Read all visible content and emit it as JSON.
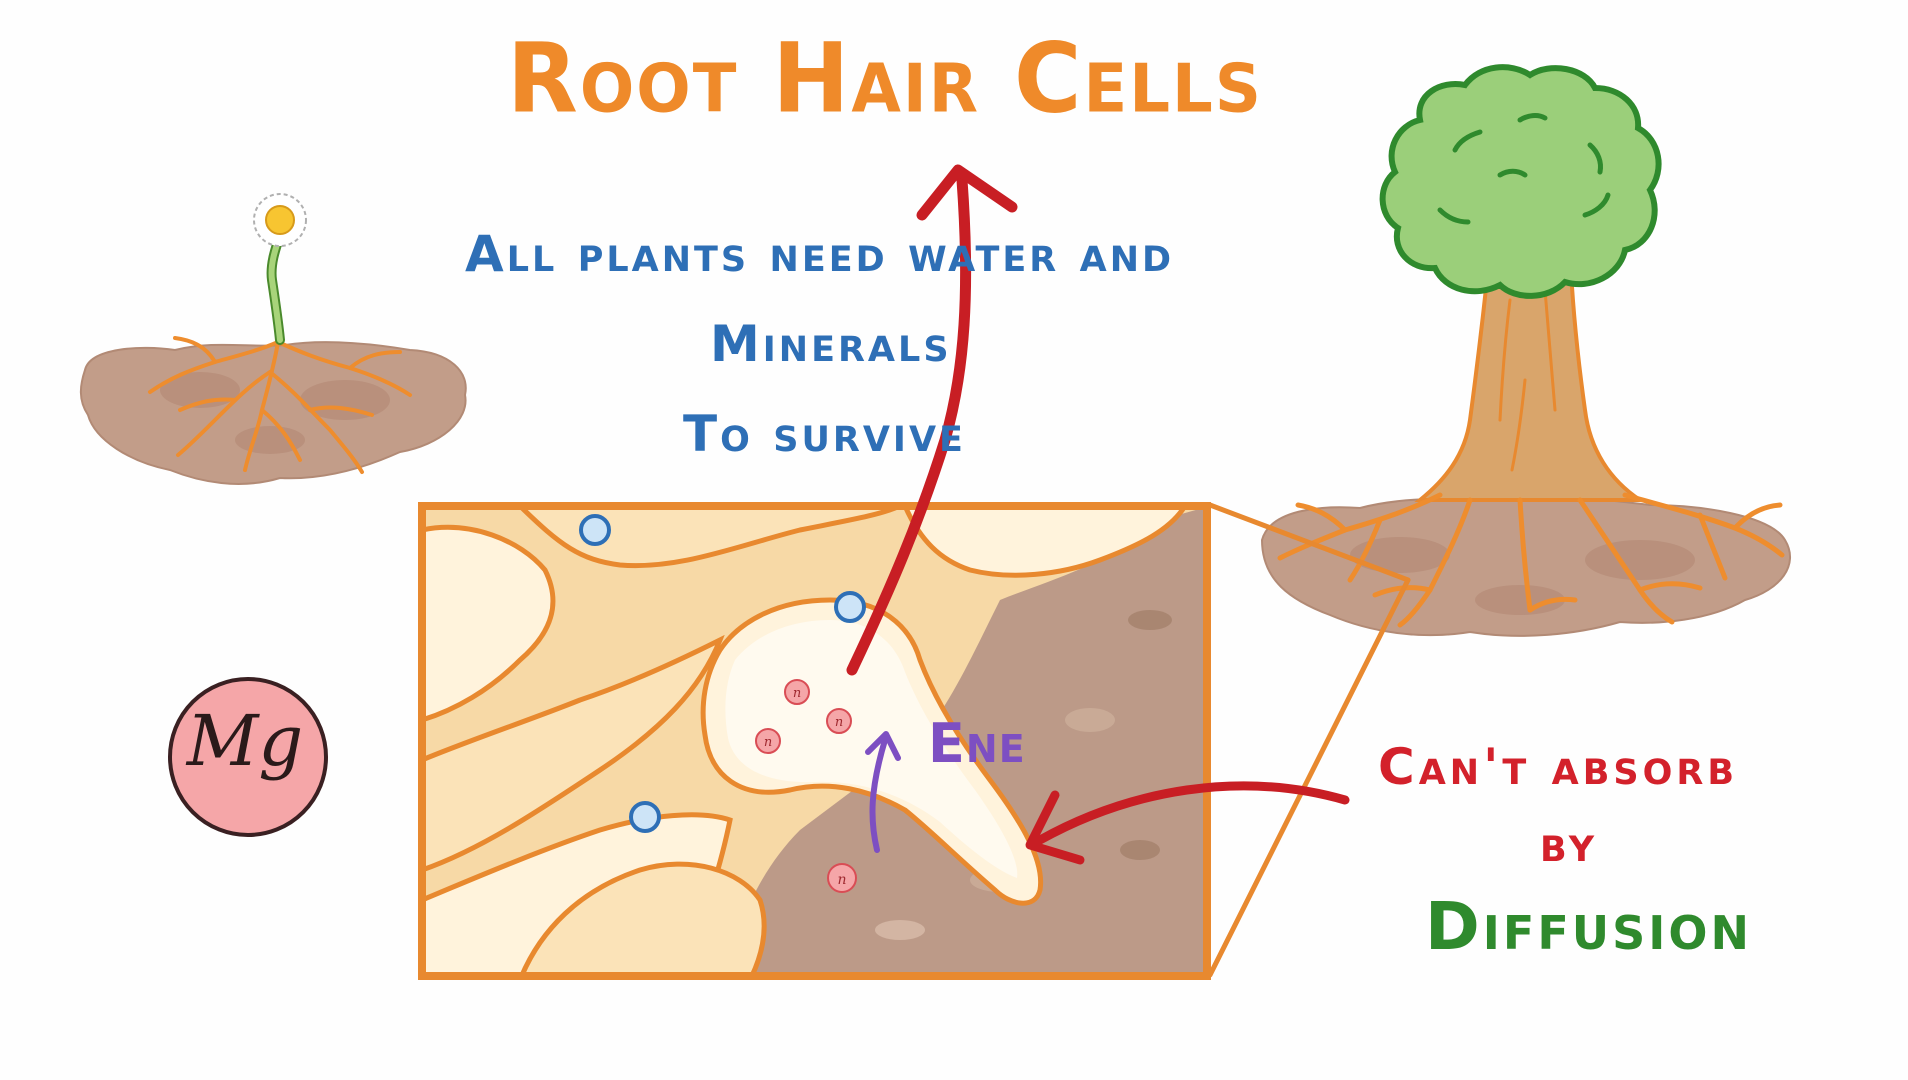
{
  "title": "Root Hair Cells",
  "statement": {
    "line1": "All plants need water and",
    "line2": "Minerals",
    "line3": "To survive"
  },
  "callout": {
    "line1": "Can't absorb",
    "line2": "by",
    "line3": "Diffusion"
  },
  "labels": {
    "enzyme": "Ene",
    "magnesium": "Mg",
    "ion_symbol": "n"
  },
  "colors": {
    "title": "#ef8a2a",
    "statement": "#2e6fb6",
    "callout_red": "#d3212b",
    "callout_green": "#2f8a2d",
    "enzyme": "#7d4fc2",
    "arrow_red": "#c81e24",
    "arrow_purple": "#7d4fc2",
    "cell_outline": "#e8892f",
    "cell_fill": "#fbe3b8",
    "cell_fill_light": "#fff3dc",
    "soil": "#b8927f",
    "soil_dark": "#a17864",
    "root": "#ee8d2e",
    "tree_green": "#9bcf7a",
    "tree_outline": "#2f8a2d",
    "trunk": "#d9a56b",
    "mineral_fill": "#f5a6a8",
    "mineral_outline": "#d94d55",
    "vacuole_fill": "#cde4f7",
    "vacuole_outline": "#2e6fb6",
    "flower_center": "#f7c531",
    "stem": "#a8d47a"
  }
}
